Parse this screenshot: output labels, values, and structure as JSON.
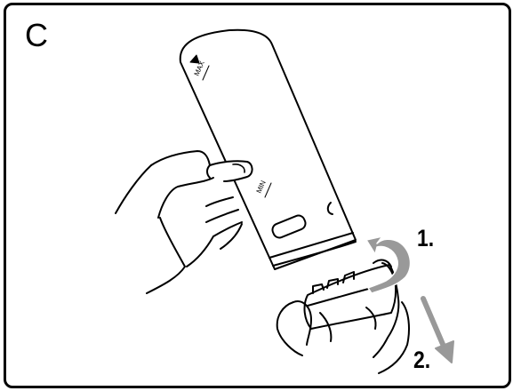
{
  "panel": {
    "letter": "C",
    "steps": [
      "1.",
      "2."
    ]
  },
  "device": {
    "label_max": "MAX",
    "label_min": "MIN"
  },
  "colors": {
    "outline": "#000000",
    "background": "#ffffff",
    "arrow_fill": "#999999"
  },
  "icons": {
    "rotate_arrow": "curved-rotate-arrow-icon",
    "pull_arrow": "diagonal-down-arrow-icon"
  }
}
